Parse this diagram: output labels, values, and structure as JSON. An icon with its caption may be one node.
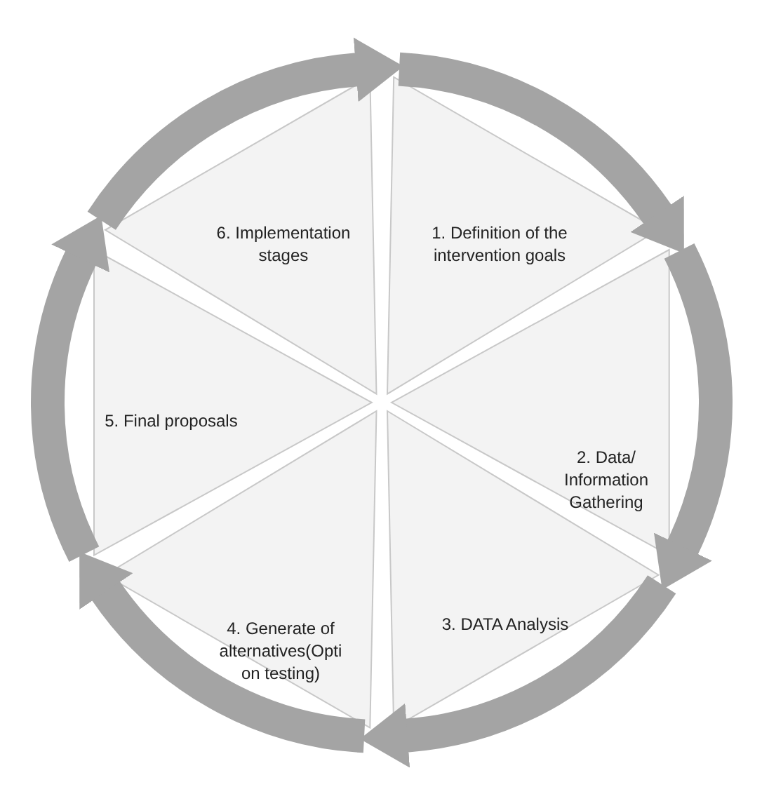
{
  "diagram": {
    "nodes": [
      {
        "text": [
          "1. Definition of the intervention goals"
        ]
      },
      {
        "text": [
          "2. Data/ Information Gathering"
        ]
      },
      {
        "text": [
          "3. DATA Analysis"
        ]
      },
      {
        "text": [
          "4. Generate of alternatives(Opti on testing)"
        ]
      },
      {
        "text": [
          "5. Final proposals"
        ]
      },
      {
        "text": [
          "6. Implementation stages"
        ]
      }
    ],
    "edges": [
      {
        "from": 0,
        "to": 1,
        "arrow": "to"
      },
      {
        "from": 1,
        "to": 2,
        "arrow": "to"
      },
      {
        "from": 2,
        "to": 3,
        "arrow": "to"
      },
      {
        "from": 3,
        "to": 4,
        "arrow": "to"
      },
      {
        "from": 4,
        "to": 5,
        "arrow": "to"
      },
      {
        "from": 5,
        "to": 0,
        "arrow": "to"
      }
    ]
  }
}
